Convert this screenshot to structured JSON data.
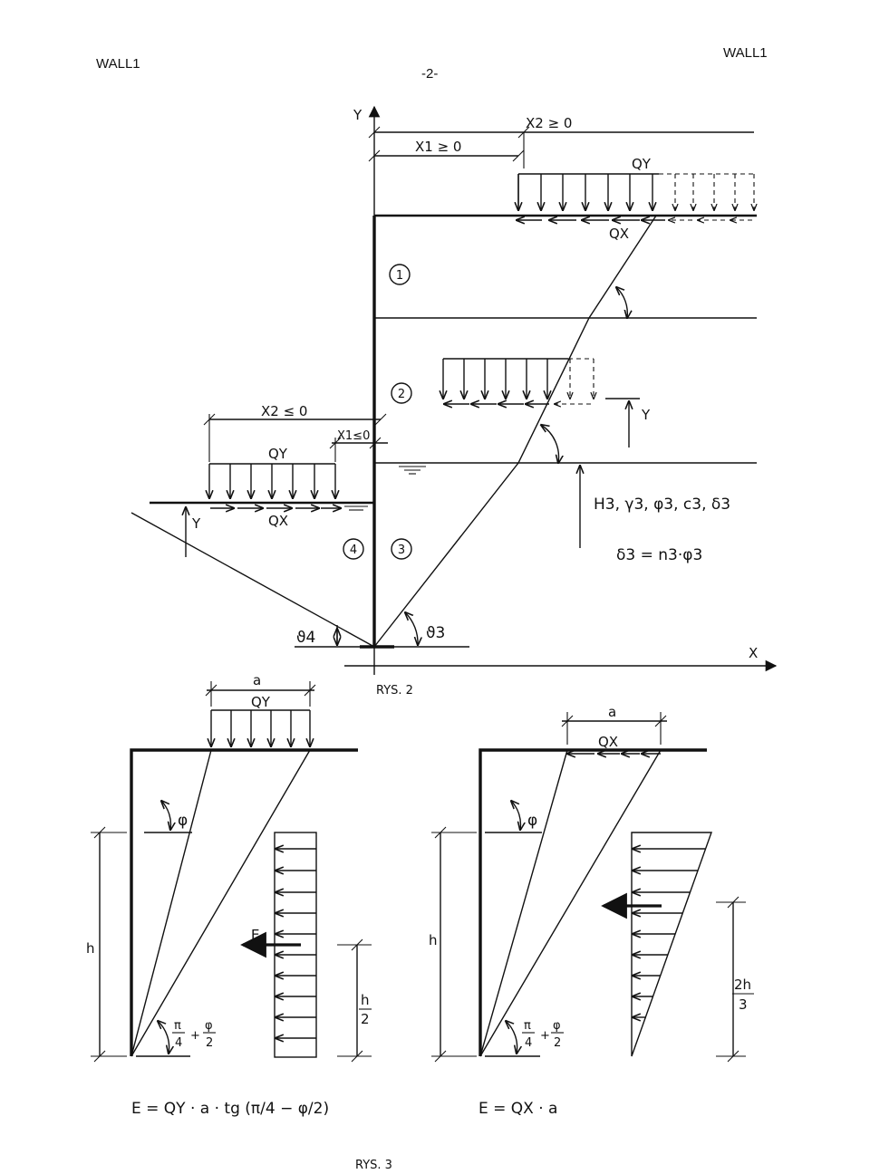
{
  "header": {
    "left": "WALL1",
    "center": "-2-",
    "right": "WALL1"
  },
  "fig2": {
    "caption": "RYS. 2",
    "axis_y": "Y",
    "axis_x": "X",
    "dim_x2_pos": "X2 ≥ 0",
    "dim_x1_pos": "X1 ≥ 0",
    "dim_x2_neg": "X2 ≤ 0",
    "dim_x1_neg": "X1≤0",
    "qy_top": "QY",
    "qx_top": "QX",
    "qy_left": "QY",
    "qx_left": "QX",
    "layer_1": "1",
    "layer_2": "2",
    "layer_3": "3",
    "layer_4": "4",
    "y_mid": "Y",
    "y_left": "Y",
    "params": "H3, γ3, φ3, c3, δ3",
    "delta_eq": "δ3 = n3·φ3",
    "theta_4": "ϑ4",
    "theta_3": "ϑ3"
  },
  "fig3": {
    "caption": "RYS. 3",
    "left": {
      "dim_a": "a",
      "qy": "QY",
      "phi": "φ",
      "h": "h",
      "force": "E",
      "angle_num_left": "π",
      "angle_den_left": "4",
      "angle_plus": "+",
      "angle_num_right": "φ",
      "angle_den_right": "2",
      "half_num": "h",
      "half_den": "2",
      "formula": "E = QY · a · tg (π/4 − φ/2)"
    },
    "right": {
      "dim_a": "a",
      "qx": "QX",
      "phi": "φ",
      "h": "h",
      "angle_num_left": "π",
      "angle_den_left": "4",
      "angle_plus": "+",
      "angle_num_right": "φ",
      "angle_den_right": "2",
      "two_h_num": "2h",
      "two_h_den": "3",
      "formula": "E = QX · a"
    }
  }
}
